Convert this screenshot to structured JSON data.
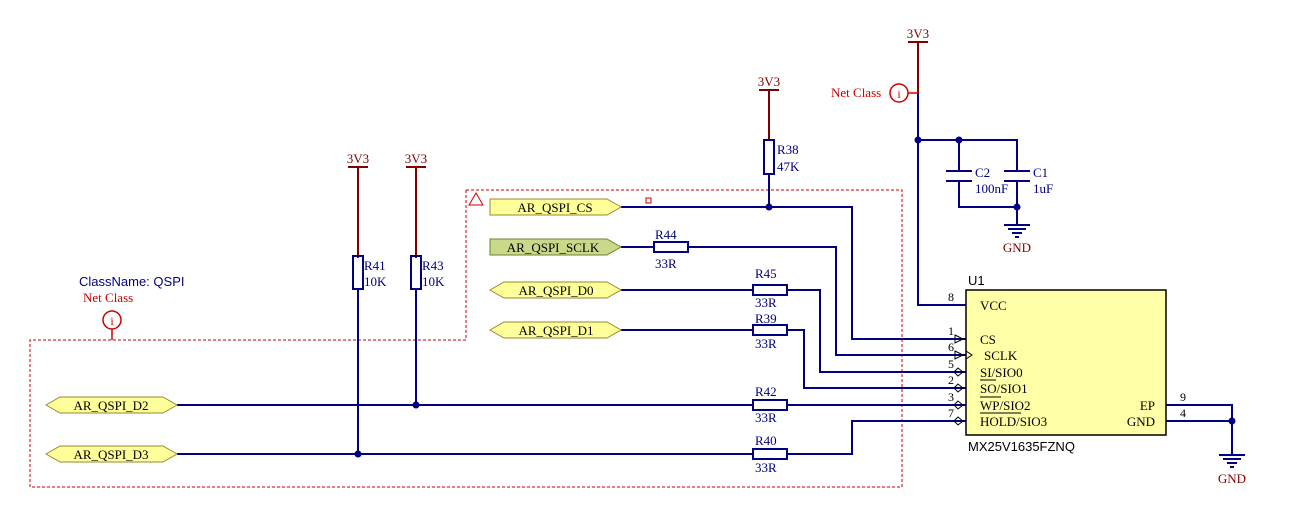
{
  "colors": {
    "wire": "#000080",
    "power": "#800000",
    "netclass": "#cc0000",
    "port_fill": "#ffff99",
    "port_fill_selected": "#c9d98a",
    "ic_fill": "#ffffa8"
  },
  "power": {
    "vcc_label": "3V3",
    "gnd_label": "GND"
  },
  "netclass": {
    "label": "Net Class",
    "icon_glyph": "i",
    "classname_text": "ClassName: QSPI"
  },
  "ports": [
    {
      "name": "AR_QSPI_CS"
    },
    {
      "name": "AR_QSPI_SCLK"
    },
    {
      "name": "AR_QSPI_D0"
    },
    {
      "name": "AR_QSPI_D1"
    },
    {
      "name": "AR_QSPI_D2"
    },
    {
      "name": "AR_QSPI_D3"
    }
  ],
  "resistors": {
    "R38": {
      "designator": "R38",
      "value": "47K"
    },
    "R41": {
      "designator": "R41",
      "value": "10K"
    },
    "R43": {
      "designator": "R43",
      "value": "10K"
    },
    "R44": {
      "designator": "R44",
      "value": "33R"
    },
    "R45": {
      "designator": "R45",
      "value": "33R"
    },
    "R39": {
      "designator": "R39",
      "value": "33R"
    },
    "R42": {
      "designator": "R42",
      "value": "33R"
    },
    "R40": {
      "designator": "R40",
      "value": "33R"
    }
  },
  "capacitors": {
    "C2": {
      "designator": "C2",
      "value": "100nF"
    },
    "C1": {
      "designator": "C1",
      "value": "1uF"
    }
  },
  "ic": {
    "designator": "U1",
    "part": "MX25V1635FZNQ",
    "pins": [
      {
        "num": "8",
        "name": "VCC"
      },
      {
        "num": "1",
        "name": "CS"
      },
      {
        "num": "6",
        "name": "SCLK"
      },
      {
        "num": "5",
        "name": "SI/SIO0"
      },
      {
        "num": "2",
        "name": "SO/SIO1"
      },
      {
        "num": "3",
        "name": "WP/SIO2"
      },
      {
        "num": "7",
        "name": "HOLD/SIO3"
      },
      {
        "num": "9",
        "name": "EP"
      },
      {
        "num": "4",
        "name": "GND"
      }
    ]
  }
}
